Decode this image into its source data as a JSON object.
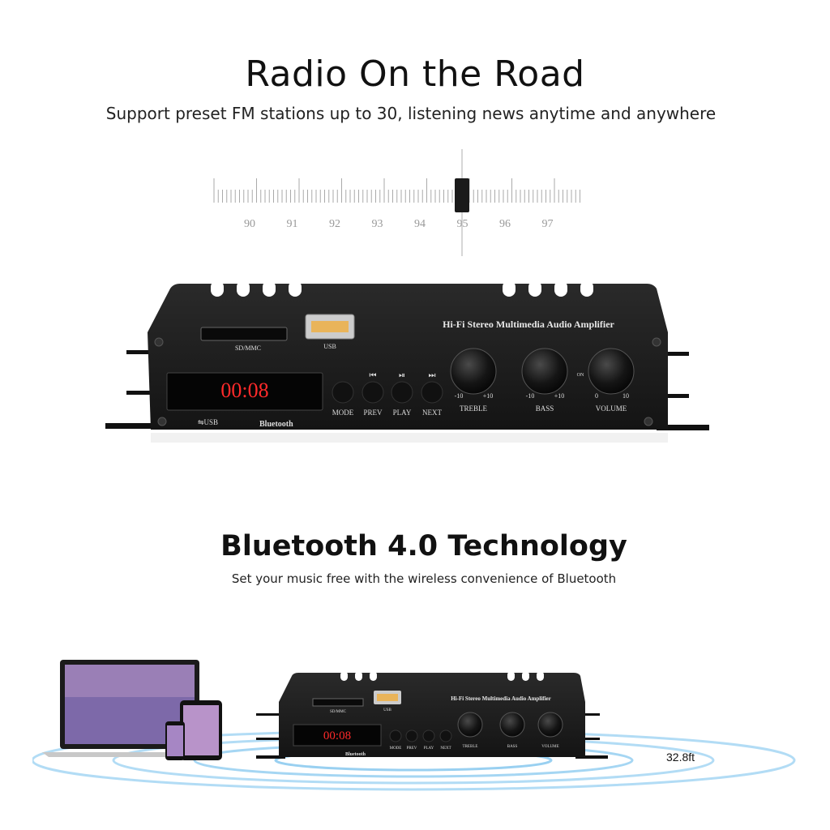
{
  "section1": {
    "title": "Radio On the Road",
    "subtitle": "Support preset FM stations up to 30, listening news anytime and anywhere",
    "frequencies": [
      "90",
      "91",
      "92",
      "93",
      "94",
      "95",
      "96",
      "97"
    ],
    "selected_frequency": "95"
  },
  "amplifier": {
    "brand_label": "Hi-Fi Stereo Multimedia Audio Amplifier",
    "sd_label": "SD/MMC",
    "usb_label": "USB",
    "display": "00:08",
    "bluetooth_label": "Bluetooth",
    "buttons": [
      "MODE",
      "PREV",
      "PLAY",
      "NEXT"
    ],
    "knobs": [
      {
        "name": "TREBLE",
        "min": "-10",
        "max": "+10"
      },
      {
        "name": "BASS",
        "min": "-10",
        "max": "+10"
      },
      {
        "name": "VOLUME",
        "min": "0",
        "max": "10"
      }
    ],
    "on_label": "ON"
  },
  "section2": {
    "title": "Bluetooth 4.0 Technology",
    "subtitle": "Set your music free with the wireless convenience of Bluetooth",
    "range": "32.8ft"
  },
  "colors": {
    "amp_body": "#1c1c1c",
    "display_red": "#ff2a2a",
    "signal_blue": "#7fc4ee"
  }
}
